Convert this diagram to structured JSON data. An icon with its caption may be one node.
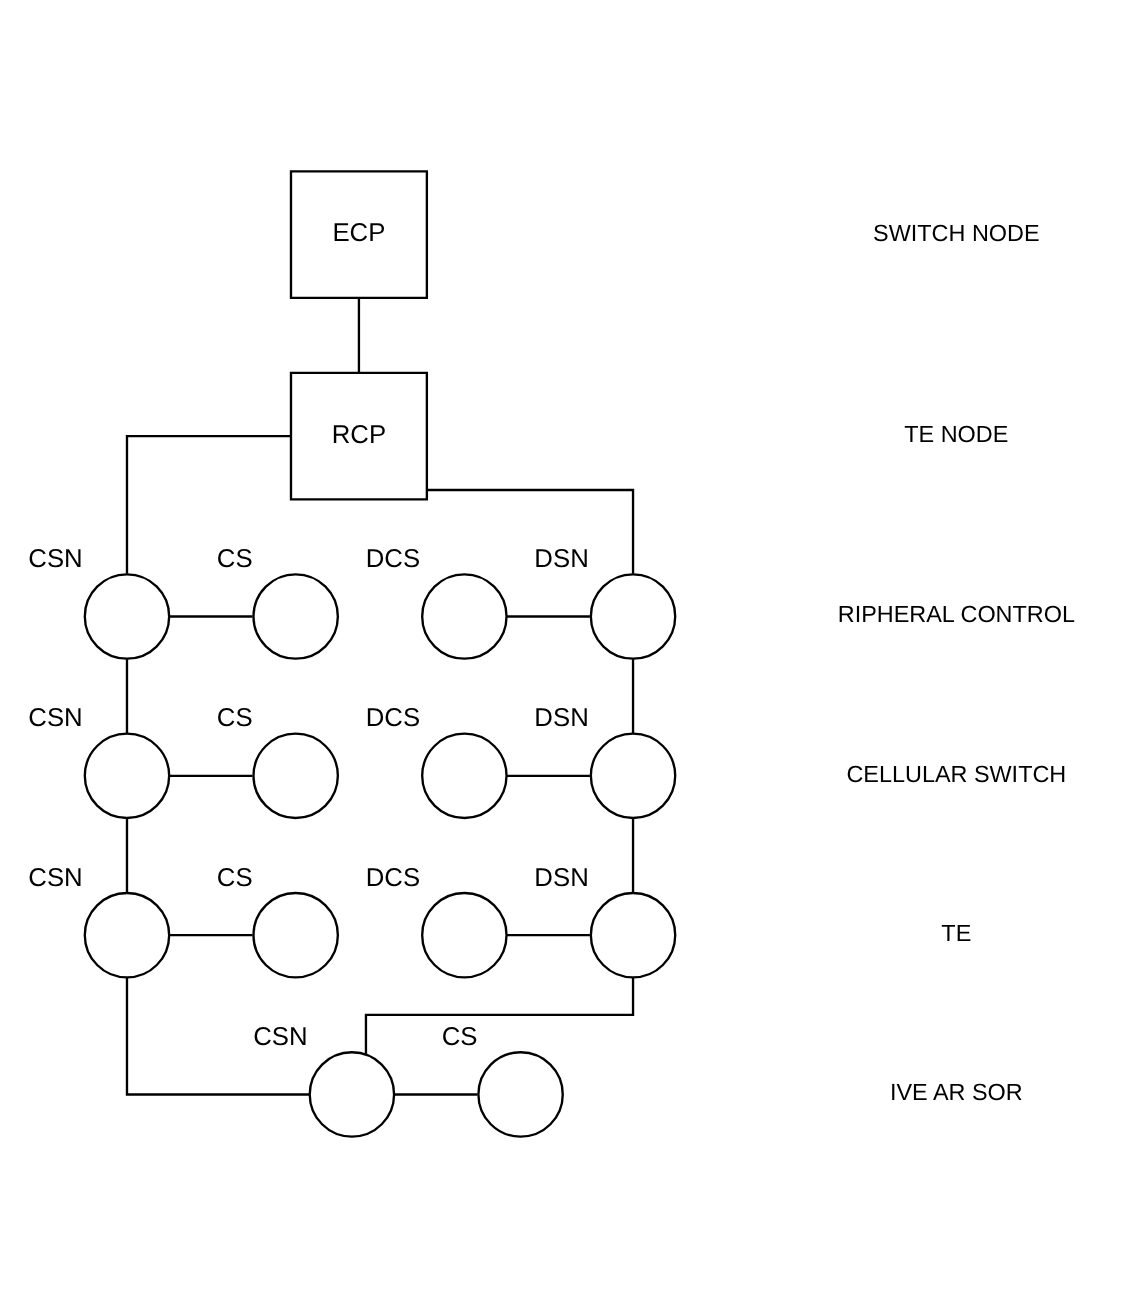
{
  "diagram": {
    "nodes": [
      {
        "text": [
          "ECP"
        ]
      },
      {
        "text": [
          "RCP"
        ]
      },
      {
        "text": [],
        "shape": "circle",
        "beside": [
          "DCS"
        ]
      },
      {
        "text": [],
        "shape": "circle",
        "beside": [
          "DSN"
        ]
      },
      {
        "text": [],
        "shape": "circle",
        "beside": [
          "CSN"
        ]
      },
      {
        "text": [],
        "shape": "circle",
        "beside": [
          "CS"
        ]
      },
      {
        "text": [],
        "shape": "circle",
        "beside": [
          "DCS"
        ]
      },
      {
        "text": [],
        "shape": "circle",
        "beside": [
          "DSN"
        ]
      },
      {
        "text": [],
        "shape": "circle",
        "beside": [
          "CSN"
        ]
      },
      {
        "text": [],
        "shape": "circle",
        "beside": [
          "CS"
        ]
      },
      {
        "text": [],
        "shape": "circle",
        "beside": [
          "CSN"
        ]
      },
      {
        "text": [],
        "shape": "circle",
        "beside": [
          "CS"
        ]
      },
      {
        "text": [],
        "shape": "circle",
        "beside": [
          "DCS"
        ]
      },
      {
        "text": [],
        "shape": "circle",
        "beside": [
          "DSN"
        ]
      },
      {
        "text": [],
        "shape": "circle",
        "beside": [
          "CSN"
        ]
      },
      {
        "text": [],
        "shape": "circle",
        "beside": [
          "CS"
        ]
      }
    ],
    "edges": [
      {
        "from": 0,
        "to": 1,
        "arrow": "none"
      },
      {
        "from": 1,
        "to": 3,
        "arrow": "none"
      },
      {
        "from": 1,
        "to": 4,
        "arrow": "none"
      },
      {
        "from": 2,
        "to": 3,
        "arrow": "none"
      },
      {
        "from": 4,
        "to": 5,
        "arrow": "none"
      },
      {
        "from": 3,
        "to": 7,
        "arrow": "none"
      },
      {
        "from": 4,
        "to": 8,
        "arrow": "none"
      },
      {
        "from": 6,
        "to": 7,
        "arrow": "none"
      },
      {
        "from": 8,
        "to": 9,
        "arrow": "none"
      },
      {
        "from": 8,
        "to": 10,
        "arrow": "none"
      },
      {
        "from": 10,
        "to": 11,
        "arrow": "none"
      },
      {
        "from": 7,
        "to": 13,
        "arrow": "none"
      },
      {
        "from": 12,
        "to": 13,
        "arrow": "none"
      },
      {
        "from": 10,
        "to": 14,
        "arrow": "none"
      },
      {
        "from": 14,
        "to": 15,
        "arrow": "none"
      },
      {
        "from": 13,
        "to": 14,
        "arrow": "none"
      }
    ],
    "labels": [
      "SWITCH NODE",
      "TE NODE",
      "RIPHERAL CONTROL",
      "CELLULAR SWITCH",
      "TE",
      "IVE AR SOR"
    ]
  }
}
